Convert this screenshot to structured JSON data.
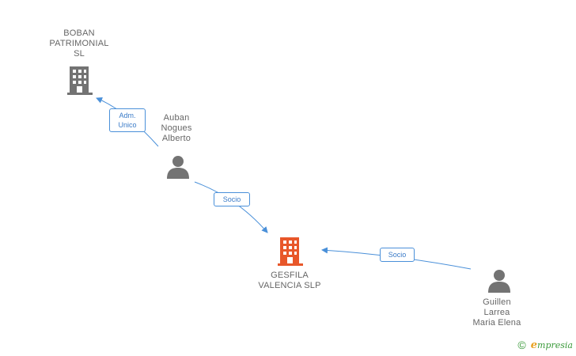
{
  "nodes": {
    "boban": {
      "label": "BOBAN\nPATRIMONIAL\nSL",
      "kind": "company",
      "color": "#737373",
      "icon": "building-icon"
    },
    "auban": {
      "label": "Auban\nNogues\nAlberto",
      "kind": "person",
      "color": "#737373",
      "icon": "person-icon"
    },
    "gesfila": {
      "label": "GESFILA\nVALENCIA SLP",
      "kind": "company",
      "color": "#e8572a",
      "icon": "building-icon"
    },
    "guillen": {
      "label": "Guillen\nLarrea\nMaria Elena",
      "kind": "person",
      "color": "#737373",
      "icon": "person-icon"
    }
  },
  "edges": [
    {
      "from": "auban",
      "to": "boban",
      "label": "Adm.\nUnico"
    },
    {
      "from": "auban",
      "to": "gesfila",
      "label": "Socio"
    },
    {
      "from": "guillen",
      "to": "gesfila",
      "label": "Socio"
    }
  ],
  "colors": {
    "edge": "#4a90d9"
  },
  "footer": {
    "copyright": "©",
    "brand_initial": "e",
    "brand_rest": "mpresia"
  }
}
